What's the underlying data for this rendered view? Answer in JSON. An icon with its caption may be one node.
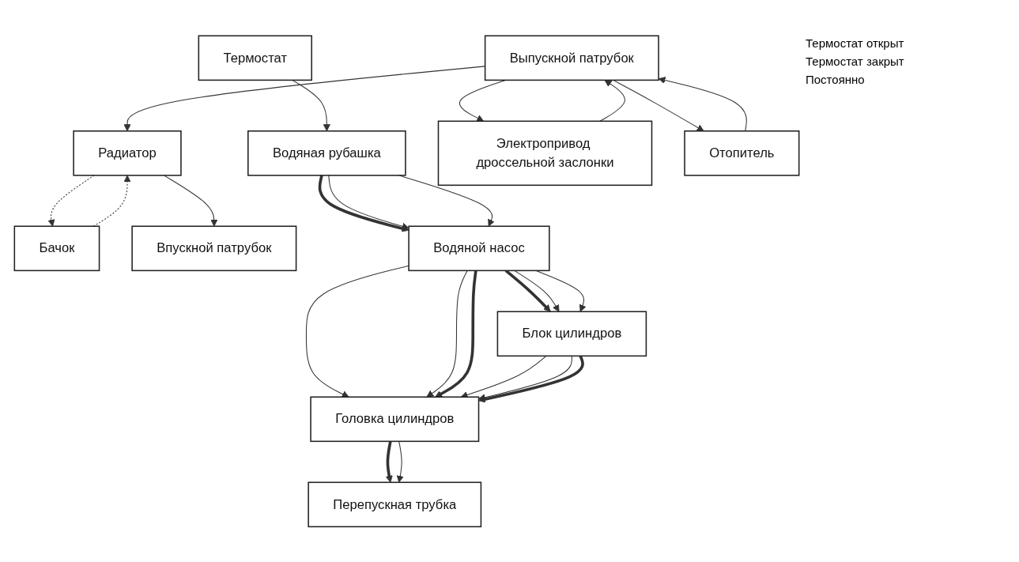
{
  "diagram": {
    "nodes": [
      {
        "text": [
          "Радиатор"
        ]
      },
      {
        "text": [
          "Бачок"
        ]
      },
      {
        "text": [
          "Впускной патрубок"
        ]
      },
      {
        "text": [
          "Термостат"
        ]
      },
      {
        "text": [
          "Перепускная трубка"
        ]
      },
      {
        "text": [
          "Водяная рубашка"
        ]
      },
      {
        "text": [
          "Водяной насос"
        ]
      },
      {
        "text": [
          "Блок цилиндров"
        ]
      },
      {
        "text": [
          "Головка цилиндров"
        ]
      },
      {
        "text": [
          "Выпускной патрубок"
        ]
      },
      {
        "text": [
          "Электропривод дроссельной заслонки"
        ]
      },
      {
        "text": [
          "Отопитель"
        ]
      }
    ],
    "edges": [
      {
        "from": 0,
        "to": 1,
        "arrow": "to",
        "style": "dashed"
      },
      {
        "from": 1,
        "to": 0,
        "arrow": "to",
        "style": "dashed"
      },
      {
        "from": 0,
        "to": 2,
        "arrow": "to"
      },
      {
        "from": 3,
        "to": 5,
        "arrow": "to"
      },
      {
        "from": 5,
        "to": 6,
        "arrow": "to",
        "style": "thick"
      },
      {
        "from": 5,
        "to": 6,
        "arrow": "to"
      },
      {
        "from": 5,
        "to": 6,
        "arrow": "to"
      },
      {
        "from": 6,
        "to": 7,
        "arrow": "to",
        "style": "thick"
      },
      {
        "from": 6,
        "to": 7,
        "arrow": "to"
      },
      {
        "from": 6,
        "to": 7,
        "arrow": "to"
      },
      {
        "from": 6,
        "to": 8,
        "arrow": "to"
      },
      {
        "from": 6,
        "to": 8,
        "arrow": "to"
      },
      {
        "from": 6,
        "to": 8,
        "arrow": "to",
        "style": "thick"
      },
      {
        "from": 7,
        "to": 8,
        "arrow": "to"
      },
      {
        "from": 7,
        "to": 8,
        "arrow": "to"
      },
      {
        "from": 7,
        "to": 8,
        "arrow": "to",
        "style": "thick"
      },
      {
        "from": 8,
        "to": 4,
        "arrow": "to",
        "style": "thick"
      },
      {
        "from": 8,
        "to": 4,
        "arrow": "to"
      },
      {
        "from": 9,
        "to": 0,
        "arrow": "to"
      },
      {
        "from": 9,
        "to": 10,
        "arrow": "to"
      },
      {
        "from": 9,
        "to": 11,
        "arrow": "to"
      },
      {
        "from": 10,
        "to": 9,
        "arrow": "to"
      },
      {
        "from": 11,
        "to": 9,
        "arrow": "to"
      }
    ],
    "legend": [
      {
        "text": "Термостат открыт"
      },
      {
        "text": "Термостат закрыт"
      },
      {
        "text": "Постоянно"
      }
    ]
  }
}
